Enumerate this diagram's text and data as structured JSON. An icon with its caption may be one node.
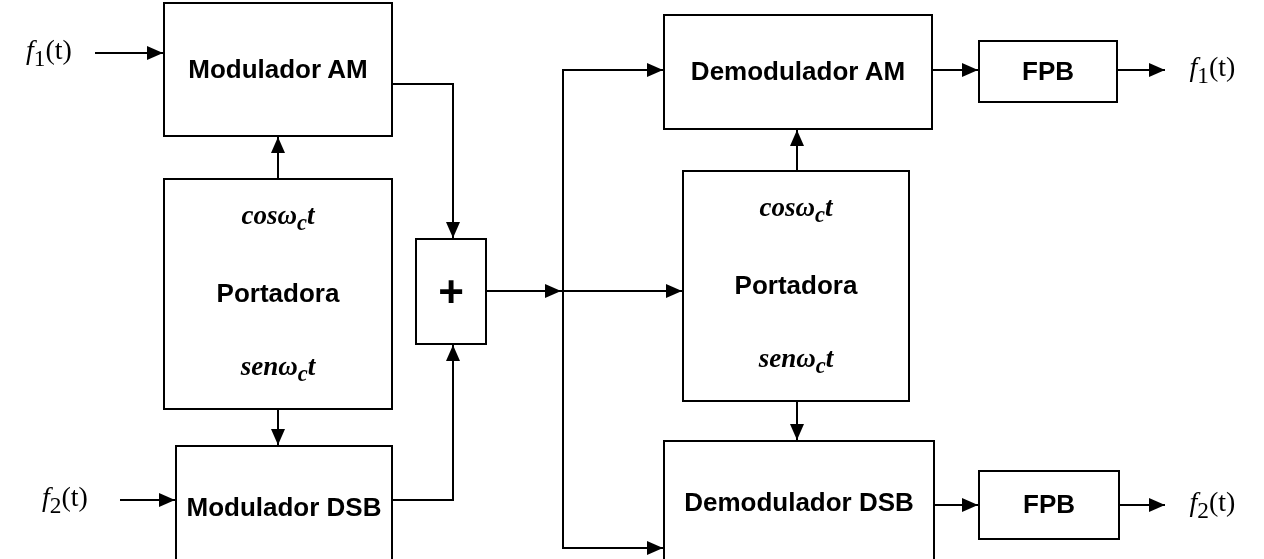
{
  "diagram": {
    "nodes": [
      {
        "text": [
          "*f*$_{1}$(t)"
        ]
      },
      {
        "text": [
          "Modulador AM"
        ]
      },
      {
        "text": [
          "cosω$_{c}$t",
          "Portadora",
          "senω$_{c}$t"
        ]
      },
      {
        "text": [
          "*f*$_{2}$(t)"
        ]
      },
      {
        "text": [
          "Modulador DSB"
        ]
      },
      {
        "text": [
          "+"
        ]
      },
      {
        "text": [
          "Demodulador AM"
        ]
      },
      {
        "text": [
          "cosω$_{c}$t",
          "Portadora",
          "senω$_{c}$t"
        ]
      },
      {
        "text": [
          "Demodulador DSB"
        ]
      },
      {
        "text": [
          "FPB"
        ]
      },
      {
        "text": [
          "*f*$_{1}$(t)"
        ]
      },
      {
        "text": [
          "FPB"
        ]
      },
      {
        "text": [
          "*f*$_{2}$(t)"
        ]
      }
    ],
    "edges": [
      {
        "from": 0,
        "to": 1,
        "arrow": "to"
      },
      {
        "from": 2,
        "to": 1,
        "arrow": "to"
      },
      {
        "from": 2,
        "to": 4,
        "arrow": "to"
      },
      {
        "from": 3,
        "to": 4,
        "arrow": "to"
      },
      {
        "from": 1,
        "to": 5,
        "arrow": "to"
      },
      {
        "from": 4,
        "to": 5,
        "arrow": "to"
      },
      {
        "from": 5,
        "to": 6,
        "arrow": "to"
      },
      {
        "from": 5,
        "to": 7,
        "arrow": "to"
      },
      {
        "from": 5,
        "to": 8,
        "arrow": "to"
      },
      {
        "from": 7,
        "to": 6,
        "arrow": "to"
      },
      {
        "from": 7,
        "to": 8,
        "arrow": "to"
      },
      {
        "from": 6,
        "to": 9,
        "arrow": "to"
      },
      {
        "from": 9,
        "to": 10,
        "arrow": "to"
      },
      {
        "from": 8,
        "to": 11,
        "arrow": "to"
      },
      {
        "from": 11,
        "to": 12,
        "arrow": "to"
      }
    ]
  }
}
